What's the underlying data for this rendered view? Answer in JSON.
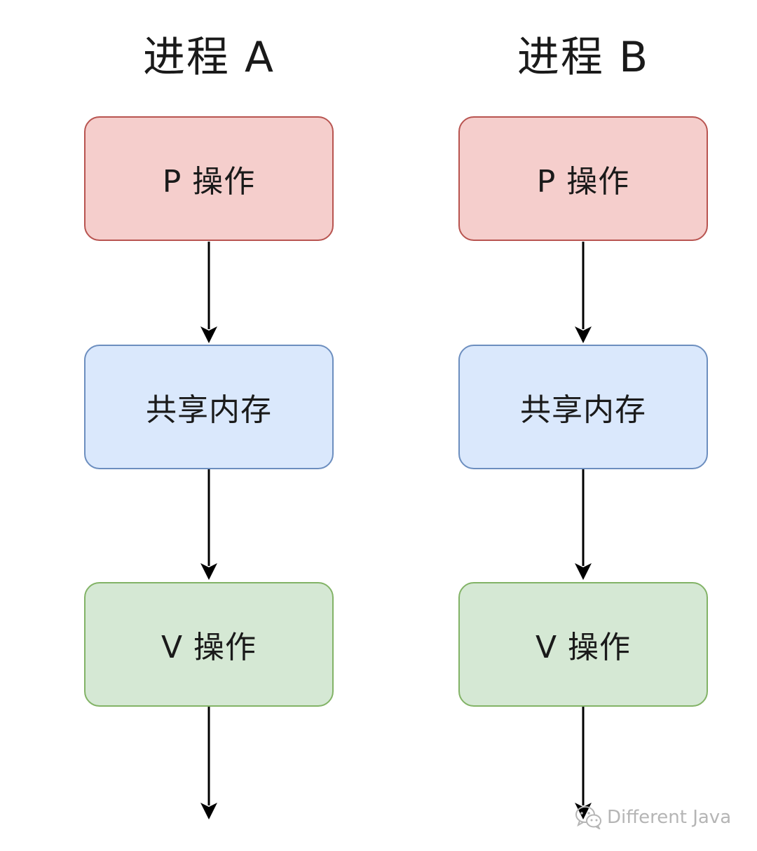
{
  "process_a": {
    "title": "进程 A",
    "p_op": "P 操作",
    "shared_memory": "共享内存",
    "v_op": "V 操作"
  },
  "process_b": {
    "title": "进程 B",
    "p_op": "P 操作",
    "shared_memory": "共享内存",
    "v_op": "V 操作"
  },
  "colors": {
    "p_fill": "#f5cecc",
    "p_stroke": "#b85450",
    "shared_fill": "#dae8fc",
    "shared_stroke": "#6c8ebf",
    "v_fill": "#d5e8d4",
    "v_stroke": "#82b366",
    "arrow": "#000000"
  },
  "watermark": {
    "icon": "wechat-icon",
    "text": "Different Java"
  }
}
